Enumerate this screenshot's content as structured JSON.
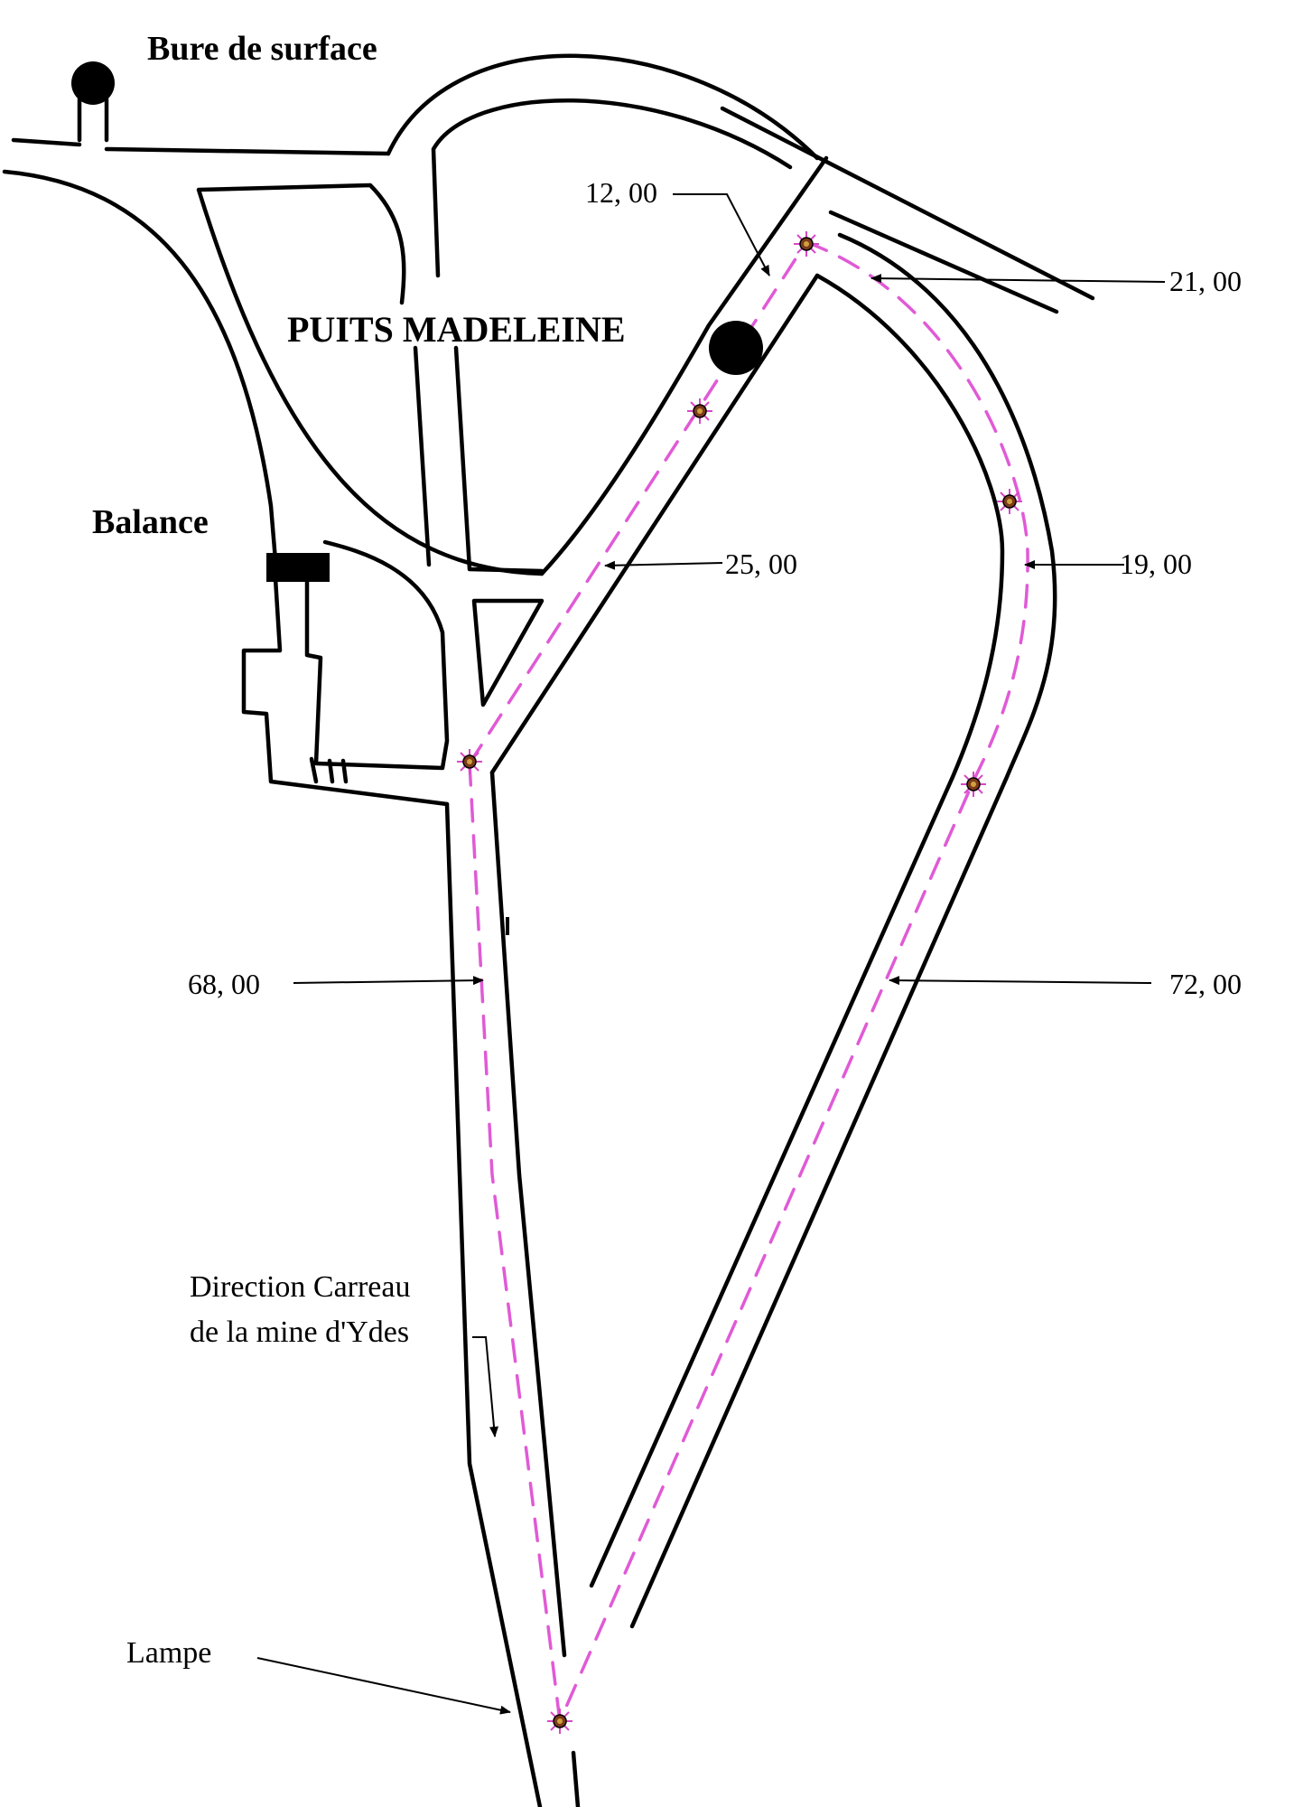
{
  "labels": {
    "bure": "Bure de surface",
    "puits": "PUITS MADELEINE",
    "balance": "Balance",
    "direction_line1": "Direction Carreau",
    "direction_line2": "de la mine d'Ydes",
    "lampe": "Lampe"
  },
  "distances": {
    "d12": "12, 00",
    "d21": "21, 00",
    "d25": "25, 00",
    "d19": "19, 00",
    "d68": "68, 00",
    "d72": "72, 00"
  },
  "colors": {
    "route": "#e05ad6",
    "walls": "#000000",
    "lamp": "#7a3a1a"
  },
  "icons": {
    "shaft": "filled-circle",
    "lamp": "star-burst-lamp"
  }
}
